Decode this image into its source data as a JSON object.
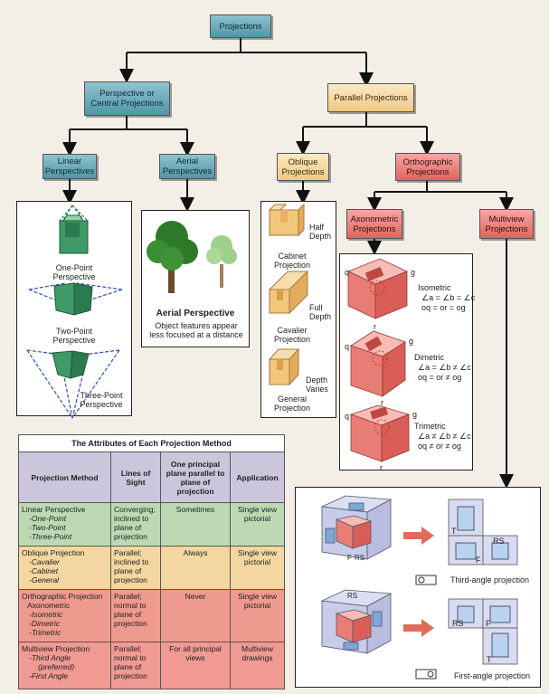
{
  "nodes": {
    "projections": "Projections",
    "perspective": "Perspective or Central Projections",
    "parallel": "Parallel Projections",
    "linear": "Linear Perspectives",
    "aerial": "Aerial Perspectives",
    "oblique": "Oblique Projections",
    "orthographic": "Orthographic Projections",
    "axonometric": "Axonometric Projections",
    "multiview": "Multiview Projections"
  },
  "linear_panel": {
    "one_point": "One-Point Perspective",
    "two_point": "Two-Point Perspective",
    "three_point": "Three-Point Perspective"
  },
  "aerial_panel": {
    "title": "Aerial Perspective",
    "desc": "Object features appear less focused at a distance"
  },
  "oblique_panel": {
    "half_depth": "Half Depth",
    "cabinet": "Cabinet Projection",
    "full_depth": "Full Depth",
    "cavalier": "Cavalier Projection",
    "depth_varies": "Depth Varies",
    "general": "General Projection"
  },
  "axonometric_panel": {
    "isometric": "Isometric",
    "isometric_eq1": "∠a = ∠b = ∠c",
    "isometric_eq2": "oq = or = og",
    "dimetric": "Dimetric",
    "dimetric_eq1": "∠a = ∠b ≠ ∠c",
    "dimetric_eq2": "oq = or ≠ og",
    "trimetric": "Trimetric",
    "trimetric_eq1": "∠a ≠ ∠b ≠ ∠c",
    "trimetric_eq2": "oq ≠ or ≠ og",
    "q": "q",
    "g": "g",
    "r": "r"
  },
  "multiview_panel": {
    "third_angle": "Third-angle projection",
    "first_angle": "First-angle projection",
    "t": "T",
    "f": "F",
    "rs": "RS"
  },
  "table": {
    "title": "The Attributes of Each Projection Method",
    "headers": [
      "Projection Method",
      "Lines of Sight",
      "One principal plane parallel to plane of projection",
      "Application"
    ],
    "rows": [
      {
        "method": "Linear Perspective",
        "subs": [
          "-One-Point",
          "-Two-Point",
          "-Three-Point"
        ],
        "sight": "Converging; inclined to plane of projection",
        "plane": "Sometimes",
        "app": "Single view pictorial"
      },
      {
        "method": "Oblique Projection",
        "subs": [
          "-Cavalier",
          "-Cabinet",
          "-General"
        ],
        "sight": "Parallel; inclined to plane of projection",
        "plane": "Always",
        "app": "Single view pictorial"
      },
      {
        "method": "Orthographic Projection",
        "method2": "Axonometric",
        "subs": [
          "-Isometric",
          "-Dimetric",
          "-Trimetric"
        ],
        "sight": "Parallel; normal to plane of projection",
        "plane": "Never",
        "app": "Single view pictorial"
      },
      {
        "method": "Multiview Projection",
        "subs": [
          "-Third Angle",
          "(preferred)",
          "-First Angle"
        ],
        "sight": "Parallel; normal to plane of projection",
        "plane": "For all principal views",
        "app": "Multiview drawings"
      }
    ]
  },
  "colors": {
    "teal": "#5a9fb0",
    "yellow": "#f2d195",
    "red": "#e6736d",
    "panel_border": "#222222"
  }
}
